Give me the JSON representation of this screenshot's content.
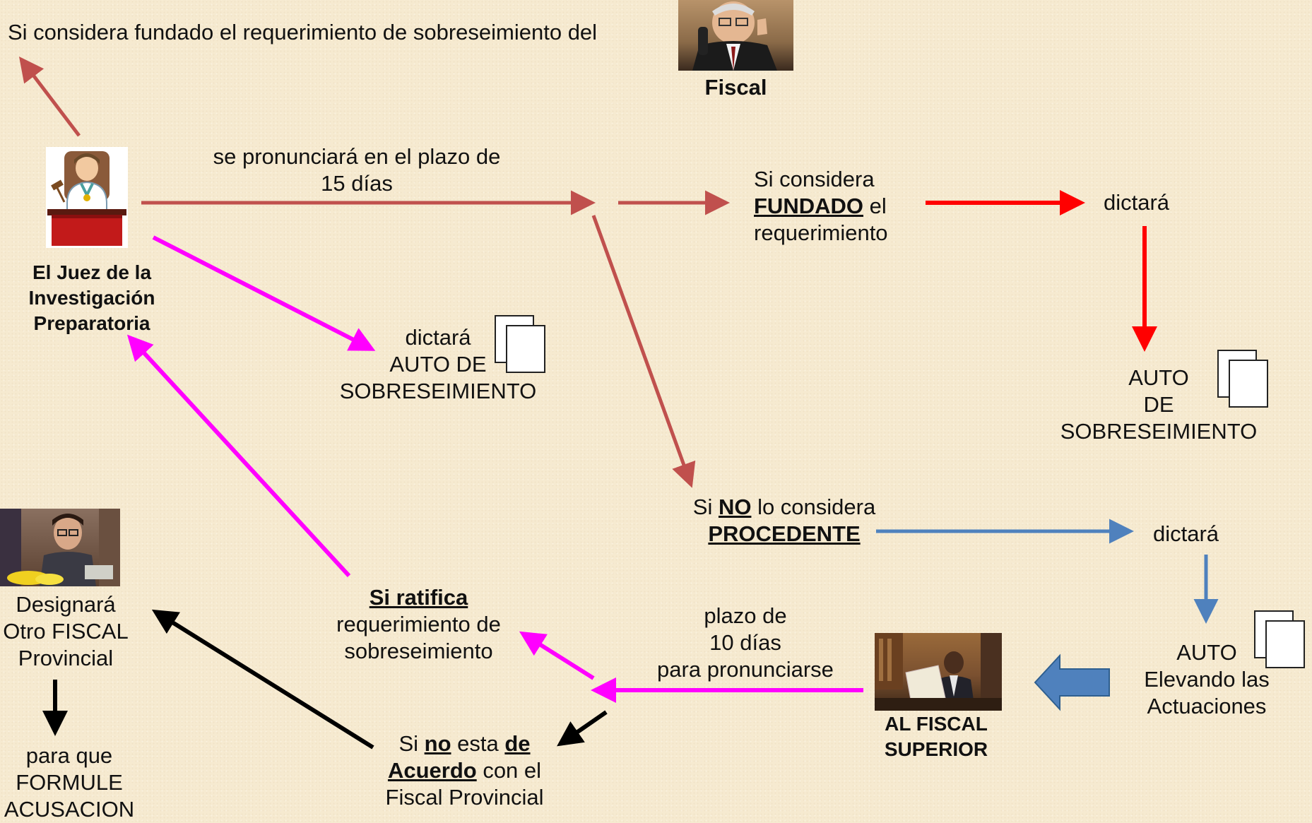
{
  "top": {
    "text": "Si considera fundado el requerimiento de sobreseimiento del"
  },
  "fiscal": {
    "label": "Fiscal"
  },
  "juez": {
    "line1": "El Juez de la",
    "line2": "Investigación",
    "line3": "Preparatoria"
  },
  "plazo15": {
    "line1": "se pronunciará en el plazo de",
    "line2": "15 días"
  },
  "fundado": {
    "pre": "Si considera",
    "key": "FUNDADO",
    "post": " el",
    "line3": "requerimiento"
  },
  "dictara_top": {
    "text": "dictará"
  },
  "auto_right": {
    "line1": "AUTO",
    "line2": "DE",
    "line3": "SOBRESEIMIENTO"
  },
  "dictara_mid": {
    "line1": "dictará",
    "line2": "AUTO DE",
    "line3": "SOBRESEIMIENTO"
  },
  "no_procedente": {
    "pre": "Si ",
    "key1": "NO",
    "post": " lo considera",
    "key2": "PROCEDENTE"
  },
  "dictara_blue": {
    "text": "dictará"
  },
  "auto_elevando": {
    "line1": "AUTO",
    "line2": "Elevando las",
    "line3": "Actuaciones"
  },
  "fiscal_superior": {
    "line1": "AL FISCAL",
    "line2": "SUPERIOR"
  },
  "plazo10": {
    "line1": "plazo de",
    "line2": "10 días",
    "line3": "para pronunciarse"
  },
  "ratifica": {
    "key": "Si ratifica",
    "line2": "requerimiento de",
    "line3": "sobreseimiento"
  },
  "desacuerdo": {
    "pre": "Si ",
    "key1": "no",
    "mid": " esta ",
    "key2": "de",
    "key3": "Acuerdo",
    "post": " con el",
    "line3": "Fiscal Provincial"
  },
  "designara": {
    "line1": "Designará",
    "line2": "Otro FISCAL",
    "line3": "Provincial"
  },
  "formule": {
    "line1": "para que",
    "line2": "FORMULE",
    "line3": "ACUSACION"
  },
  "colors": {
    "brown": "#c0504d",
    "red": "#ff0000",
    "magenta": "#ff00ff",
    "blue": "#4f81bd",
    "black": "#000000"
  }
}
